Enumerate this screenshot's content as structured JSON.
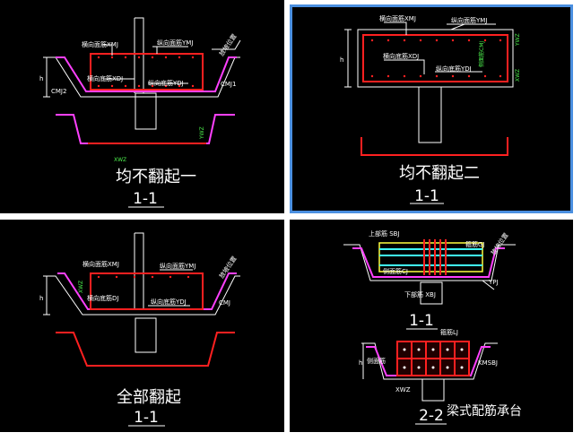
{
  "panels": [
    {
      "id": "p1",
      "selected": false,
      "caption": "均不翻起一",
      "section": "1-1",
      "labels": {
        "top_transverse": "横向面筋XMJ",
        "top_longitudinal": "纵向面筋YMJ",
        "bottom_transverse": "横向底筋XDJ",
        "bottom_longitudinal": "纵向底筋YDJ",
        "side_left": "CMJ2",
        "side_right": "CMJ1",
        "xwz": "XWZ",
        "ywz": "YWZ",
        "slope": "放坡位置",
        "h": "h"
      }
    },
    {
      "id": "p2",
      "selected": true,
      "caption": "均不翻起二",
      "section": "1-1",
      "labels": {
        "top_transverse": "横向面筋XMJ",
        "top_longitudinal": "纵向面筋YMJ",
        "bottom_transverse": "横向底筋XDJ",
        "bottom_longitudinal": "纵向底筋YDJ",
        "side": "侧面筋CMJ",
        "xwz": "XWZ",
        "ywz": "YWZ",
        "h": "h"
      }
    },
    {
      "id": "p3",
      "selected": false,
      "caption": "全部翻起",
      "section": "1-1",
      "labels": {
        "top_transverse": "横向面筋XMJ",
        "top_longitudinal": "纵向面筋YMJ",
        "bottom_transverse": "横向底筋DJ",
        "bottom_longitudinal": "纵向底筋YDJ",
        "side": "CMJ",
        "xwz": "XWZ",
        "slope": "放坡位置",
        "h": "h"
      }
    },
    {
      "id": "p4",
      "selected": false,
      "caption": "梁式配筋承台",
      "section1": "1-1",
      "section2": "2-2",
      "labels": {
        "top": "上部筋 SBJ",
        "side": "侧面筋CJ",
        "bottom": "下部筋 XBJ",
        "stirrup": "箍筋GJ",
        "ypj": "YPJ",
        "side2": "侧面筋",
        "stirrup2": "箍筋LJ",
        "xwz": "XWZ",
        "kmsbj": "KMSBJ",
        "slope": "放坡位置",
        "h": "h"
      }
    }
  ]
}
